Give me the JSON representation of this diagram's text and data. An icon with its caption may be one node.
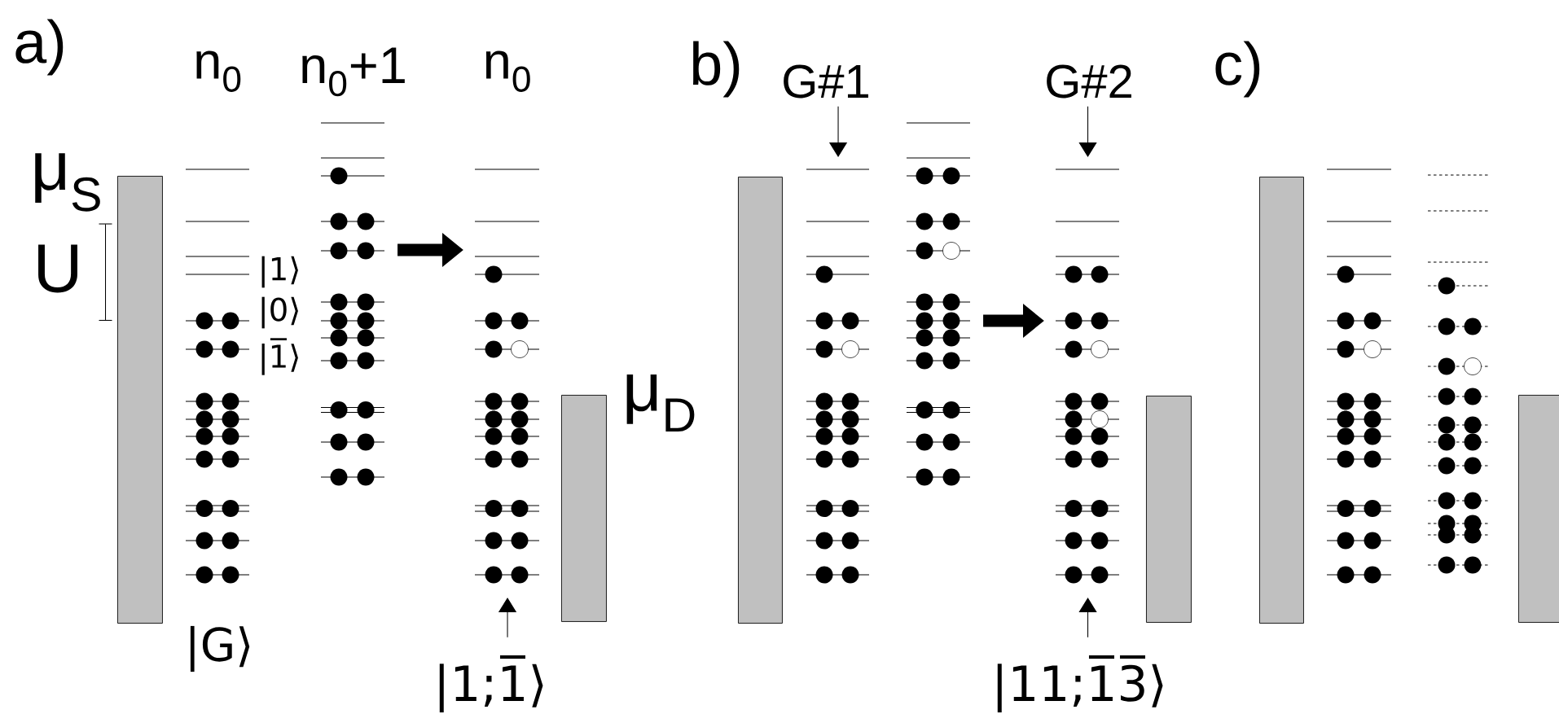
{
  "diagram": {
    "nodes": [
      {
        "text": [
          "n$_{0}$"
        ],
        "beside": [
          "|G⟩"
        ]
      },
      {
        "text": [
          "n$_{0}$+1"
        ]
      },
      {
        "text": [
          "n$_{0}$"
        ]
      },
      {
        "text": [
          "|1;1̅⟩"
        ]
      },
      {
        "text": [
          "G#1"
        ]
      },
      {
        "text": [],
        "shape": "picture"
      },
      {
        "text": [],
        "shape": "picture"
      },
      {
        "text": [
          "G#2"
        ]
      },
      {
        "text": [],
        "shape": "picture"
      },
      {
        "text": [
          "|11;1̅3̅⟩"
        ]
      },
      {
        "text": [],
        "shape": "picture"
      },
      {
        "text": [],
        "shape": "picture"
      },
      {
        "text": [],
        "shape": "bar"
      },
      {
        "text": [],
        "shape": "bar"
      },
      {
        "text": [],
        "shape": "bar"
      },
      {
        "text": [],
        "shape": "bar"
      },
      {
        "text": [],
        "shape": "bar"
      },
      {
        "text": [],
        "shape": "bar"
      }
    ],
    "edges": [
      {
        "from": 1,
        "to": 2,
        "arrow": "to",
        "style": "thick"
      },
      {
        "from": 3,
        "to": 2,
        "arrow": "to"
      },
      {
        "from": 4,
        "to": 5,
        "arrow": "to"
      },
      {
        "from": 7,
        "to": 8,
        "arrow": "to"
      },
      {
        "from": 6,
        "to": 8,
        "arrow": "to",
        "style": "thick"
      },
      {
        "from": 9,
        "to": 8,
        "arrow": "to"
      }
    ],
    "labels": [
      "a)",
      "μ$_{S}$",
      "U",
      "|1⟩",
      "|0⟩",
      "|1̅⟩",
      "μ$_{D}$",
      "b)",
      "c)"
    ]
  }
}
